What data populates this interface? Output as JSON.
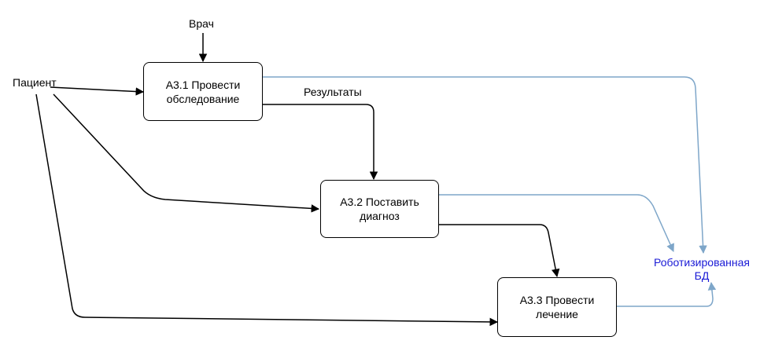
{
  "labels": {
    "doctor": "Врач",
    "patient": "Пациент",
    "results": "Результаты",
    "db_line1": "Роботизированная",
    "db_line2": "БД"
  },
  "boxes": {
    "a31": {
      "line1": "А3.1 Провести",
      "line2": "обследование"
    },
    "a32": {
      "line1": "А3.2 Поставить",
      "line2": "диагноз"
    },
    "a33": {
      "line1": "А3.3 Провести",
      "line2": "лечение"
    }
  },
  "colors": {
    "arrow": "#000000",
    "db_arrow": "#7ea6c9",
    "db_text": "#1a1ad6"
  }
}
